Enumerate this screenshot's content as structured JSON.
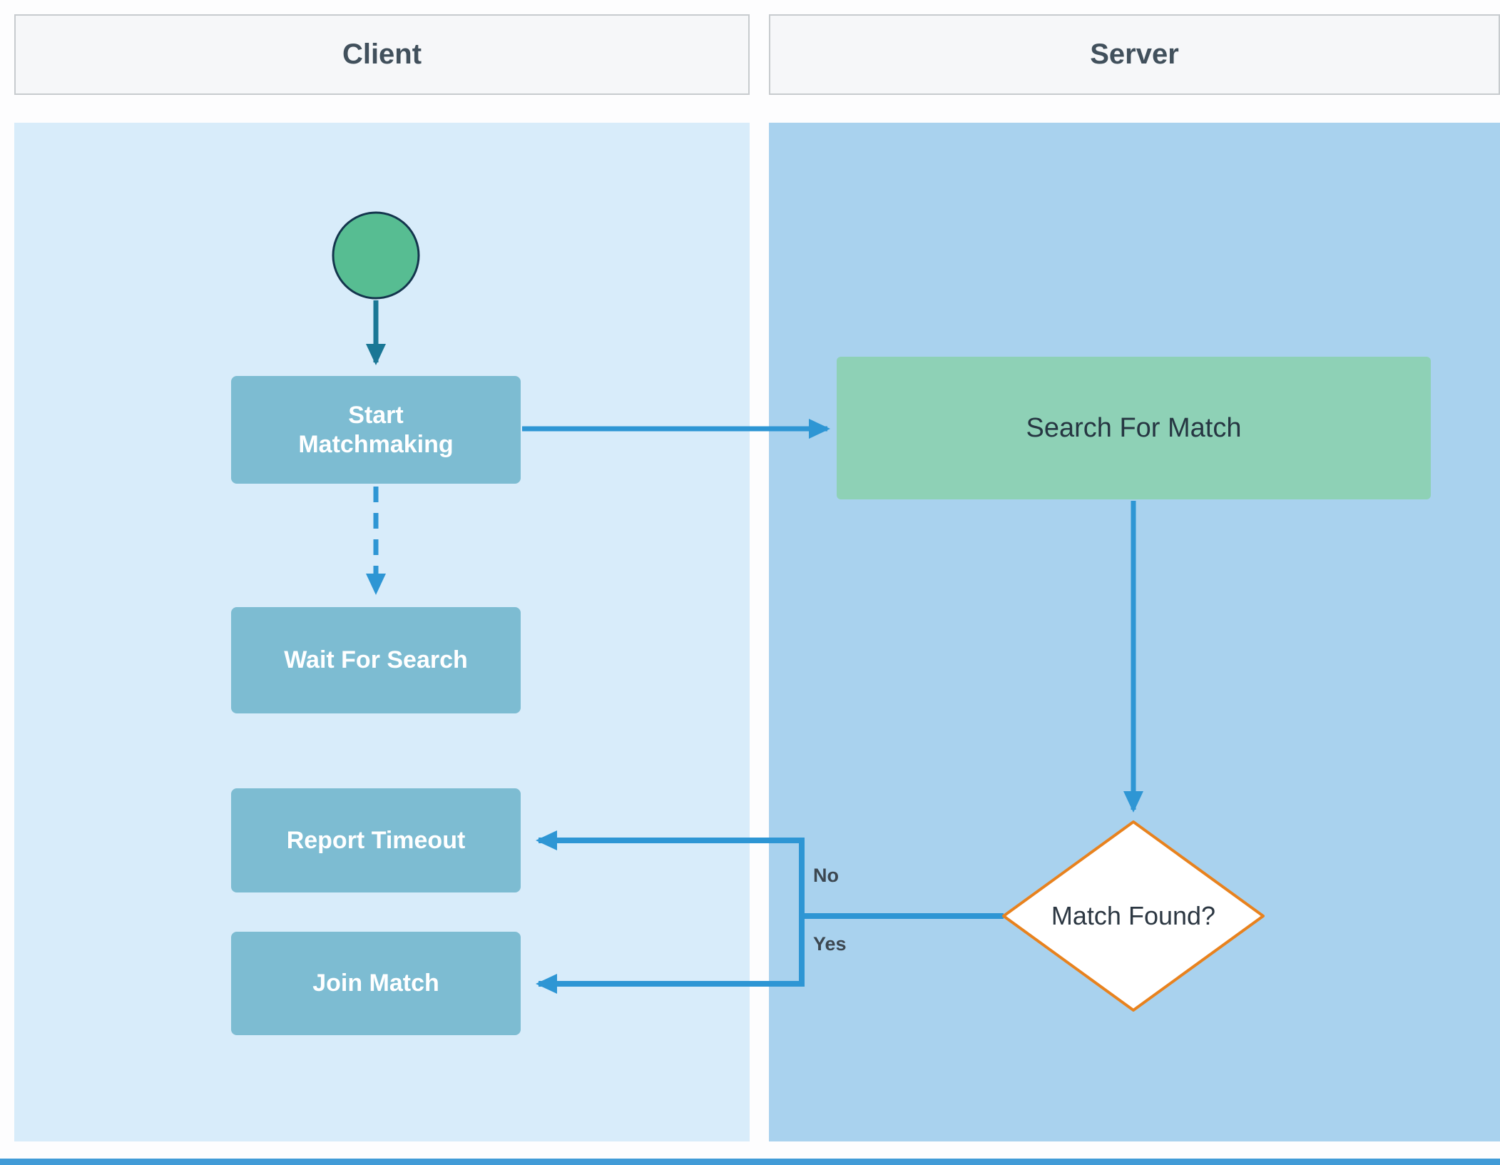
{
  "diagram": {
    "type": "swimlane-flowchart",
    "lanes": [
      {
        "id": "client",
        "label": "Client"
      },
      {
        "id": "server",
        "label": "Server"
      }
    ],
    "nodes": {
      "start": {
        "type": "start-circle",
        "lane": "client",
        "label": ""
      },
      "start_matchmaking": {
        "type": "process",
        "lane": "client",
        "label": "Start Matchmaking"
      },
      "search_for_match": {
        "type": "process",
        "lane": "server",
        "label": "Search For Match"
      },
      "wait_for_search": {
        "type": "process",
        "lane": "client",
        "label": "Wait For Search"
      },
      "report_timeout": {
        "type": "process",
        "lane": "client",
        "label": "Report Timeout"
      },
      "join_match": {
        "type": "process",
        "lane": "client",
        "label": "Join Match"
      },
      "match_found": {
        "type": "decision",
        "lane": "server",
        "label": "Match Found?"
      }
    },
    "edges": [
      {
        "from": "start",
        "to": "start_matchmaking",
        "style": "solid",
        "color": "dark-teal",
        "label": ""
      },
      {
        "from": "start_matchmaking",
        "to": "search_for_match",
        "style": "solid",
        "color": "blue",
        "label": ""
      },
      {
        "from": "start_matchmaking",
        "to": "wait_for_search",
        "style": "dashed",
        "color": "blue",
        "label": ""
      },
      {
        "from": "search_for_match",
        "to": "match_found",
        "style": "solid",
        "color": "blue",
        "label": ""
      },
      {
        "from": "match_found",
        "to": "report_timeout",
        "style": "solid",
        "color": "blue",
        "label": "No"
      },
      {
        "from": "match_found",
        "to": "join_match",
        "style": "solid",
        "color": "blue",
        "label": "Yes"
      }
    ],
    "edge_labels": {
      "no": "No",
      "yes": "Yes"
    }
  },
  "colors": {
    "client_lane_bg": "#d8ecfa",
    "server_lane_bg": "#a9d2ee",
    "header_bg": "#f6f7f9",
    "header_border": "#c7cbce",
    "process_fill": "#7dbcd2",
    "server_process_fill": "#8ed1b6",
    "start_circle_fill": "#57bd92",
    "start_circle_border": "#14354d",
    "connector_blue": "#2e96d4",
    "connector_dark_teal": "#1a7795",
    "decision_border_orange": "#e8821e",
    "decision_fill": "#ffffff",
    "bottom_bar": "#419bd7"
  }
}
